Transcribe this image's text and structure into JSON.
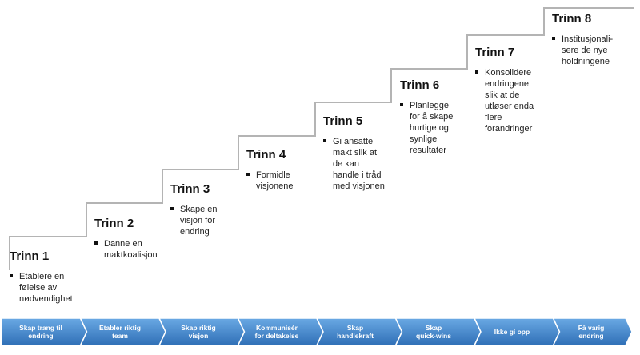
{
  "colors": {
    "stair_line": "#b4b4b4",
    "chevron_light": "#6aa9e4",
    "chevron_dark": "#2f6fb6",
    "chevron_text": "#ffffff"
  },
  "steps": [
    {
      "title": "Trinn 1",
      "bullet_lines": [
        "Etablere en",
        "følelse av",
        "nødvendighet"
      ]
    },
    {
      "title": "Trinn 2",
      "bullet_lines": [
        "Danne en",
        "maktkoalisjon"
      ]
    },
    {
      "title": "Trinn 3",
      "bullet_lines": [
        "Skape en",
        "visjon for",
        "endring"
      ]
    },
    {
      "title": "Trinn 4",
      "bullet_lines": [
        "Formidle",
        "visjonene"
      ]
    },
    {
      "title": "Trinn 5",
      "bullet_lines": [
        "Gi ansatte",
        "makt slik at",
        "de kan",
        "handle i tråd",
        "med visjonen"
      ]
    },
    {
      "title": "Trinn 6",
      "bullet_lines": [
        "Planlegge",
        "for å skape",
        "hurtige og",
        "synlige",
        "resultater"
      ]
    },
    {
      "title": "Trinn 7",
      "bullet_lines": [
        "Konsolidere",
        "endringene",
        "slik at de",
        "utløser enda",
        "flere",
        "forandringer"
      ]
    },
    {
      "title": "Trinn 8",
      "bullet_lines": [
        "Institusjonali-",
        "sere de nye",
        "holdningene"
      ]
    }
  ],
  "chevrons": [
    {
      "lines": [
        "Skap trang til",
        "endring"
      ]
    },
    {
      "lines": [
        "Etabler riktig",
        "team"
      ]
    },
    {
      "lines": [
        "Skap riktig",
        "visjon"
      ]
    },
    {
      "lines": [
        "Kommunisér",
        "for deltakelse"
      ]
    },
    {
      "lines": [
        "Skap",
        "handlekraft"
      ]
    },
    {
      "lines": [
        "Skap",
        "quick-wins"
      ]
    },
    {
      "lines": [
        "Ikke gi opp"
      ]
    },
    {
      "lines": [
        "Få varig",
        "endring"
      ]
    }
  ]
}
